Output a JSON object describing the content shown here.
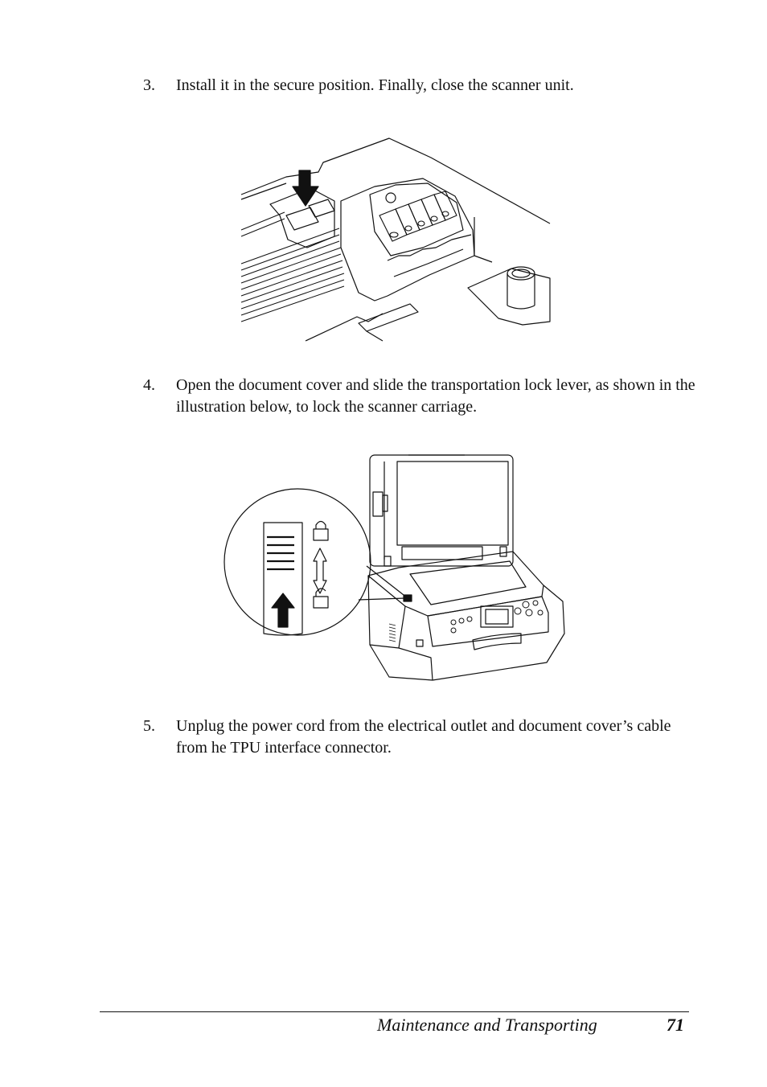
{
  "steps": [
    {
      "number": "3.",
      "text": "Install it in the secure position. Finally, close the scanner unit."
    },
    {
      "number": "4.",
      "text": "Open the document cover and slide the transportation lock lever, as shown in the illustration below, to lock the scanner carriage."
    },
    {
      "number": "5.",
      "text": "Unplug the power cord from the electrical outlet and document cover’s cable from he TPU interface connector."
    }
  ],
  "footer": {
    "section_title": "Maintenance and Transporting",
    "page_number": "71"
  }
}
